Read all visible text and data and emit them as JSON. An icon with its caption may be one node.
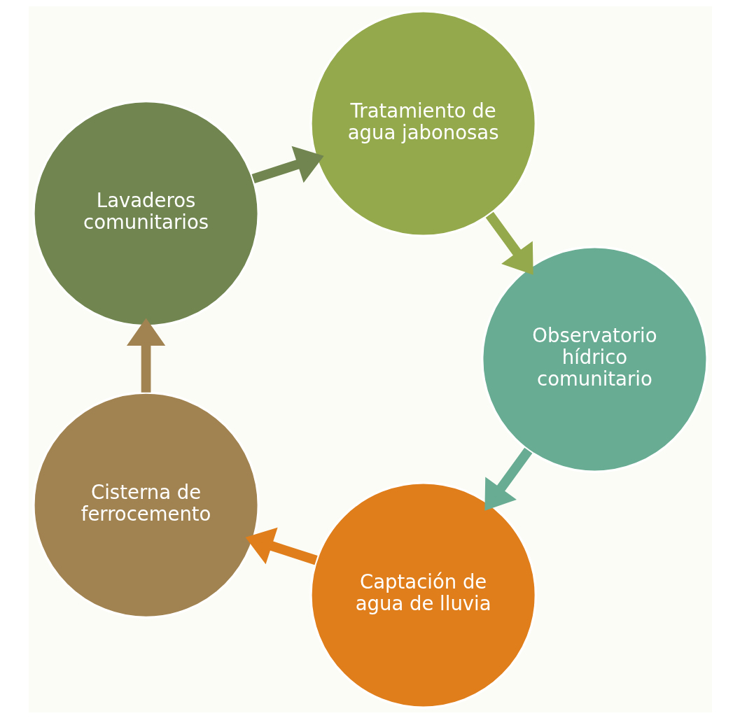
{
  "diagram": {
    "nodes": [
      {
        "text": [
          "Captación de agua de lluvia"
        ]
      },
      {
        "text": [
          "Cisterna de ferrocemento"
        ]
      },
      {
        "text": [
          "Lavaderos comunitarios"
        ]
      },
      {
        "text": [
          "Tratamiento de agua jabonosas"
        ]
      },
      {
        "text": [
          "Observatorio hídrico comunitario"
        ]
      }
    ],
    "edges": [
      {
        "from": 0,
        "to": 1,
        "arrow": "to",
        "color": "#df7e1b"
      },
      {
        "from": 1,
        "to": 2,
        "arrow": "to",
        "color": "#a08350"
      },
      {
        "from": 2,
        "to": 3,
        "arrow": "to",
        "color": "#708550"
      },
      {
        "from": 3,
        "to": 4,
        "arrow": "to",
        "color": "#94a94b"
      },
      {
        "from": 4,
        "to": 0,
        "arrow": "to",
        "color": "#68ac93"
      }
    ]
  }
}
